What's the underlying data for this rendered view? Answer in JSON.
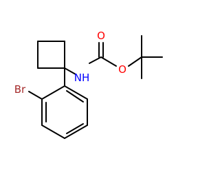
{
  "molecule": {
    "atoms": {
      "bromine": {
        "label": "Br",
        "color": "#a52a2a"
      },
      "nitrogen": {
        "label": "NH",
        "color": "#0000ff"
      },
      "carbonyl_oxygen": {
        "label": "O",
        "color": "#ff0000"
      },
      "ester_oxygen": {
        "label": "O",
        "color": "#ff0000"
      }
    },
    "bond_color": "#000000"
  }
}
